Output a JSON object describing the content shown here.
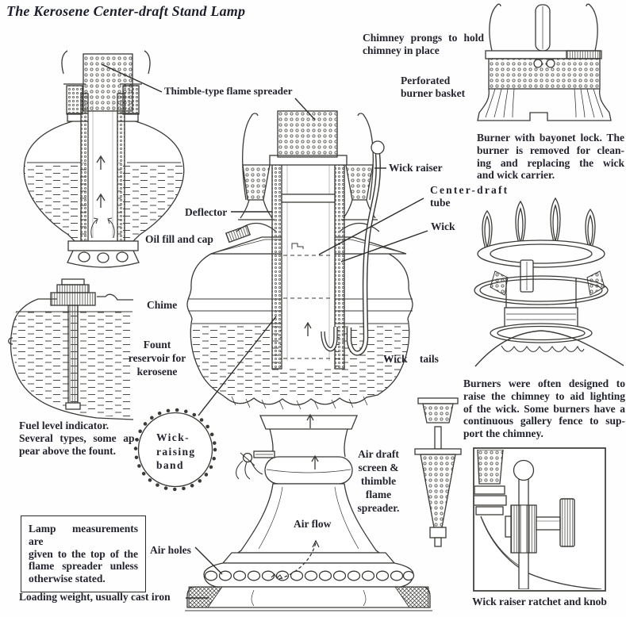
{
  "title": "The Kerosene Center-draft Stand Lamp",
  "colors": {
    "ink": "#3b3a36",
    "text": "#23242f",
    "background": "#ffffff"
  },
  "labels": {
    "thimble_spreader": "Thimble-type flame spreader",
    "chimney_prongs": [
      "Chimney prongs to hold",
      "chimney in place"
    ],
    "perforated_basket": [
      "Perforated",
      "burner basket"
    ],
    "wick_raiser": "Wick raiser",
    "center_draft": [
      "Center-draft",
      "tube"
    ],
    "wick": "Wick",
    "deflector": "Deflector",
    "oil_fill_cap": "Oil fill and cap",
    "chime": "Chime",
    "fount_reservoir": [
      "Fount",
      "reservoir for",
      "kerosene"
    ],
    "wick_tails": "Wick tails",
    "fuel_indicator": [
      "Fuel level indicator.",
      "Several types, some ap-",
      "pear above the fount."
    ],
    "wick_raising_band": [
      "Wick-",
      "raising",
      "band"
    ],
    "air_draft_screen": [
      "Air draft",
      "screen &",
      "thimble",
      "flame",
      "spreader."
    ],
    "air_flow": "Air flow",
    "air_holes": "Air holes",
    "loading_weight": "Loading weight, usually cast iron"
  },
  "notes": {
    "bayonet_lock": [
      "Burner with bayonet lock. The",
      "burner is removed for clean-",
      "ing and replacing the wick",
      "and wick carrier."
    ],
    "gallery": [
      "Burners were often designed to",
      "raise the chimney to aid lighting",
      "of the wick. Some burners have a",
      "continuous gallery fence to sup-",
      "port the chimney."
    ],
    "measurements": [
      "Lamp measurements are",
      "given to the top of the",
      "flame spreader unless",
      "otherwise stated."
    ]
  },
  "captions": {
    "ratchet": "Wick raiser ratchet and knob"
  }
}
